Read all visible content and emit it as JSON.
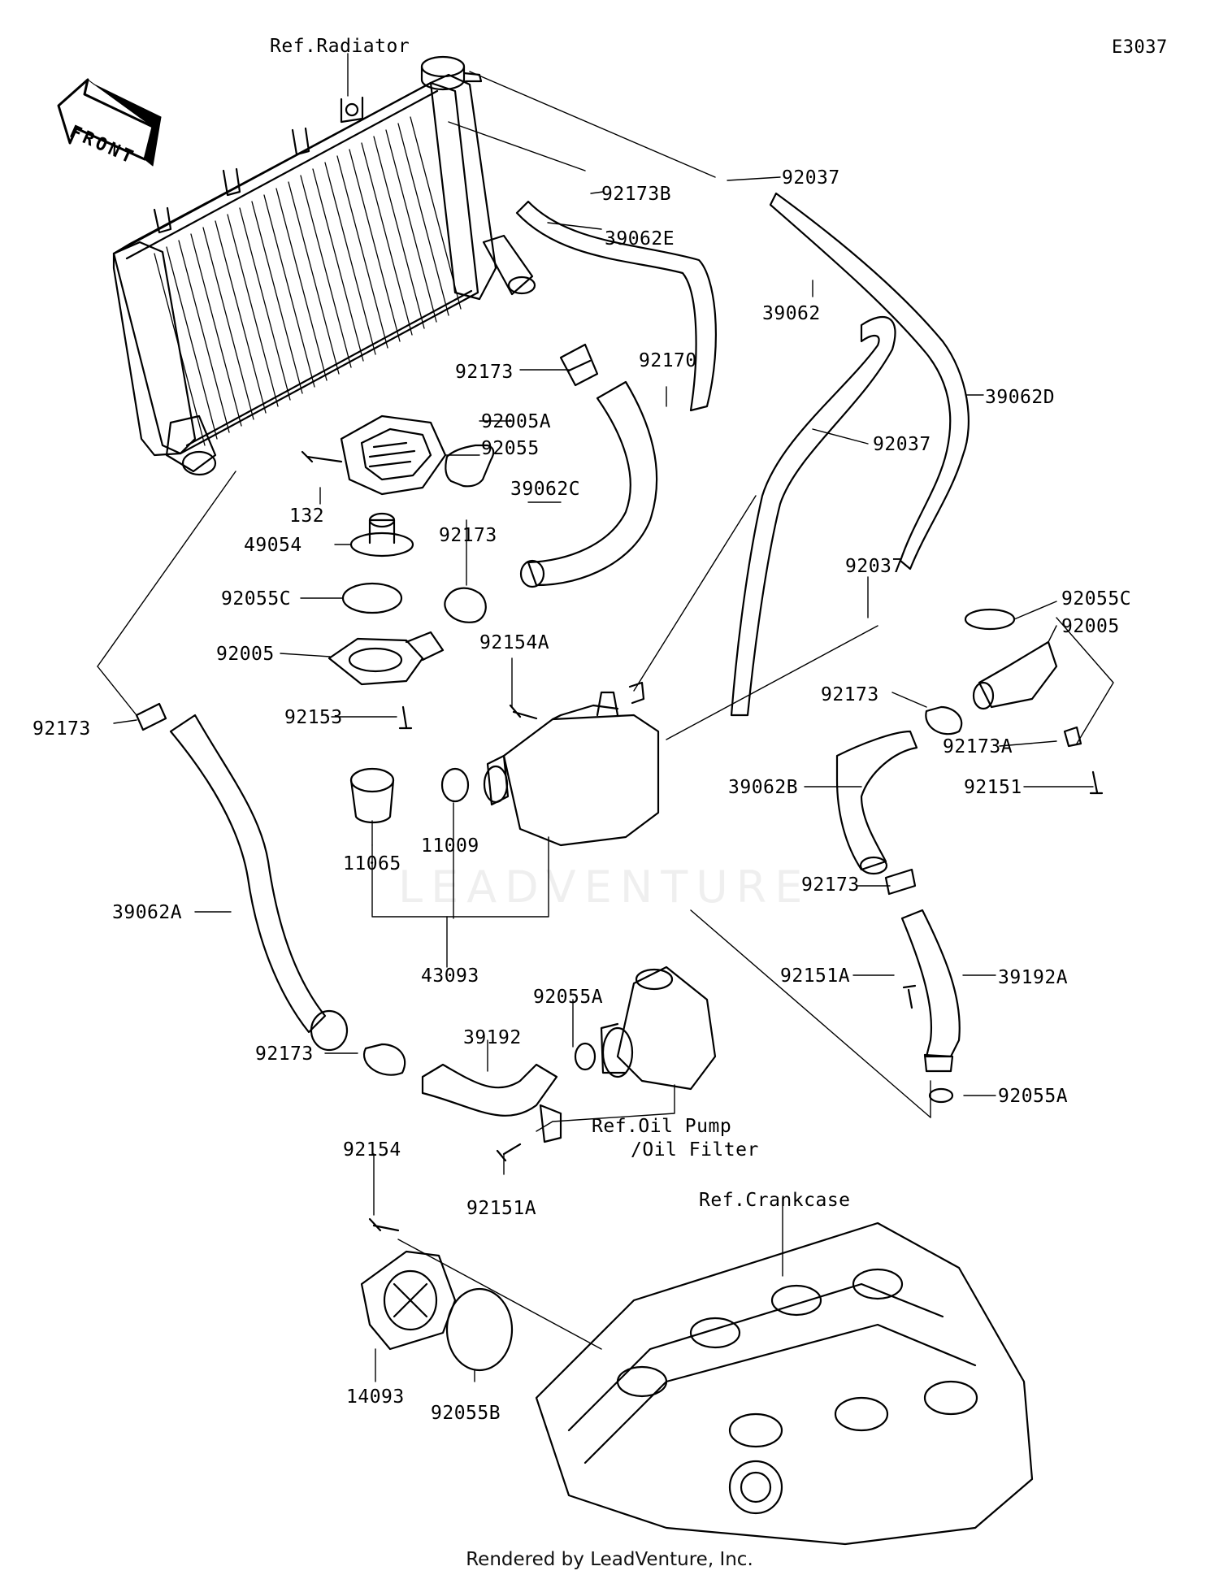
{
  "diagram": {
    "code": "E3037",
    "footer": "Rendered by LeadVenture, Inc.",
    "watermark": "LEADVENTURE",
    "front_arrow": "FRONT"
  },
  "references": {
    "radiator": "Ref.Radiator",
    "oil_pump_line1": "Ref.Oil Pump",
    "oil_pump_line2": "/Oil Filter",
    "crankcase": "Ref.Crankcase"
  },
  "parts": {
    "p92173B": "92173B",
    "p92037_top": "92037",
    "p39062E": "39062E",
    "p39062": "39062",
    "p39062D": "39062D",
    "p92173_a": "92173",
    "p92170": "92170",
    "p92037_mid": "92037",
    "p92005A": "92005A",
    "p92055": "92055",
    "p132": "132",
    "p39062C": "39062C",
    "p49054": "49054",
    "p92173_b": "92173",
    "p92037_right": "92037",
    "p92055C_left": "92055C",
    "p92055C_right": "92055C",
    "p92005_right": "92005",
    "p92154A": "92154A",
    "p92005_left": "92005",
    "p92173_c": "92173",
    "p92153": "92153",
    "p92173A": "92173A",
    "p92173_d": "92173",
    "p92151": "92151",
    "p39062B": "39062B",
    "p11065": "11065",
    "p11009": "11009",
    "p92173_e": "92173",
    "p39062A": "39062A",
    "p43093": "43093",
    "p92151A_right": "92151A",
    "p39192A": "39192A",
    "p92055A_top": "92055A",
    "p39192": "39192",
    "p92173_f": "92173",
    "p92055A_right": "92055A",
    "p92154": "92154",
    "p92151A_bottom": "92151A",
    "p14093": "14093",
    "p92055B": "92055B"
  },
  "colors": {
    "line": "#000000",
    "background": "#ffffff"
  }
}
